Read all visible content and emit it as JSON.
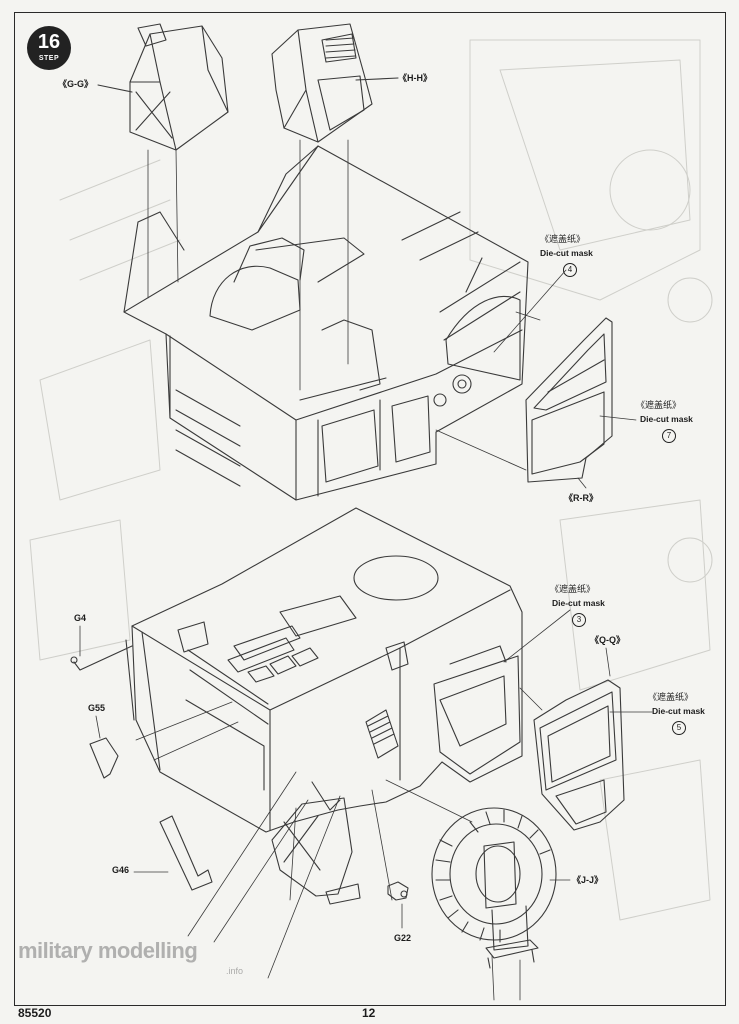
{
  "step": {
    "number": "16",
    "word": "STEP"
  },
  "callouts": {
    "gg": "《G-G》",
    "hh": "《H-H》",
    "rr": "《R-R》",
    "qq": "《Q-Q》",
    "jj": "《J-J》"
  },
  "masks": [
    {
      "cn": "《遮盖纸》",
      "en": "Die-cut mask",
      "num": "4"
    },
    {
      "cn": "《遮盖纸》",
      "en": "Die-cut mask",
      "num": "7"
    },
    {
      "cn": "《遮盖纸》",
      "en": "Die-cut mask",
      "num": "3"
    },
    {
      "cn": "《遮盖纸》",
      "en": "Die-cut mask",
      "num": "5"
    }
  ],
  "parts": {
    "g4": "G4",
    "g55": "G55",
    "g46": "G46",
    "g22": "G22"
  },
  "watermark": {
    "main": "military modelling",
    "sub": ".info"
  },
  "footer": {
    "kit_number": "85520",
    "page_number": "12"
  },
  "colors": {
    "ink": "#1c1c1c",
    "paper": "#f4f4f1",
    "line": "#3a3a3a"
  }
}
